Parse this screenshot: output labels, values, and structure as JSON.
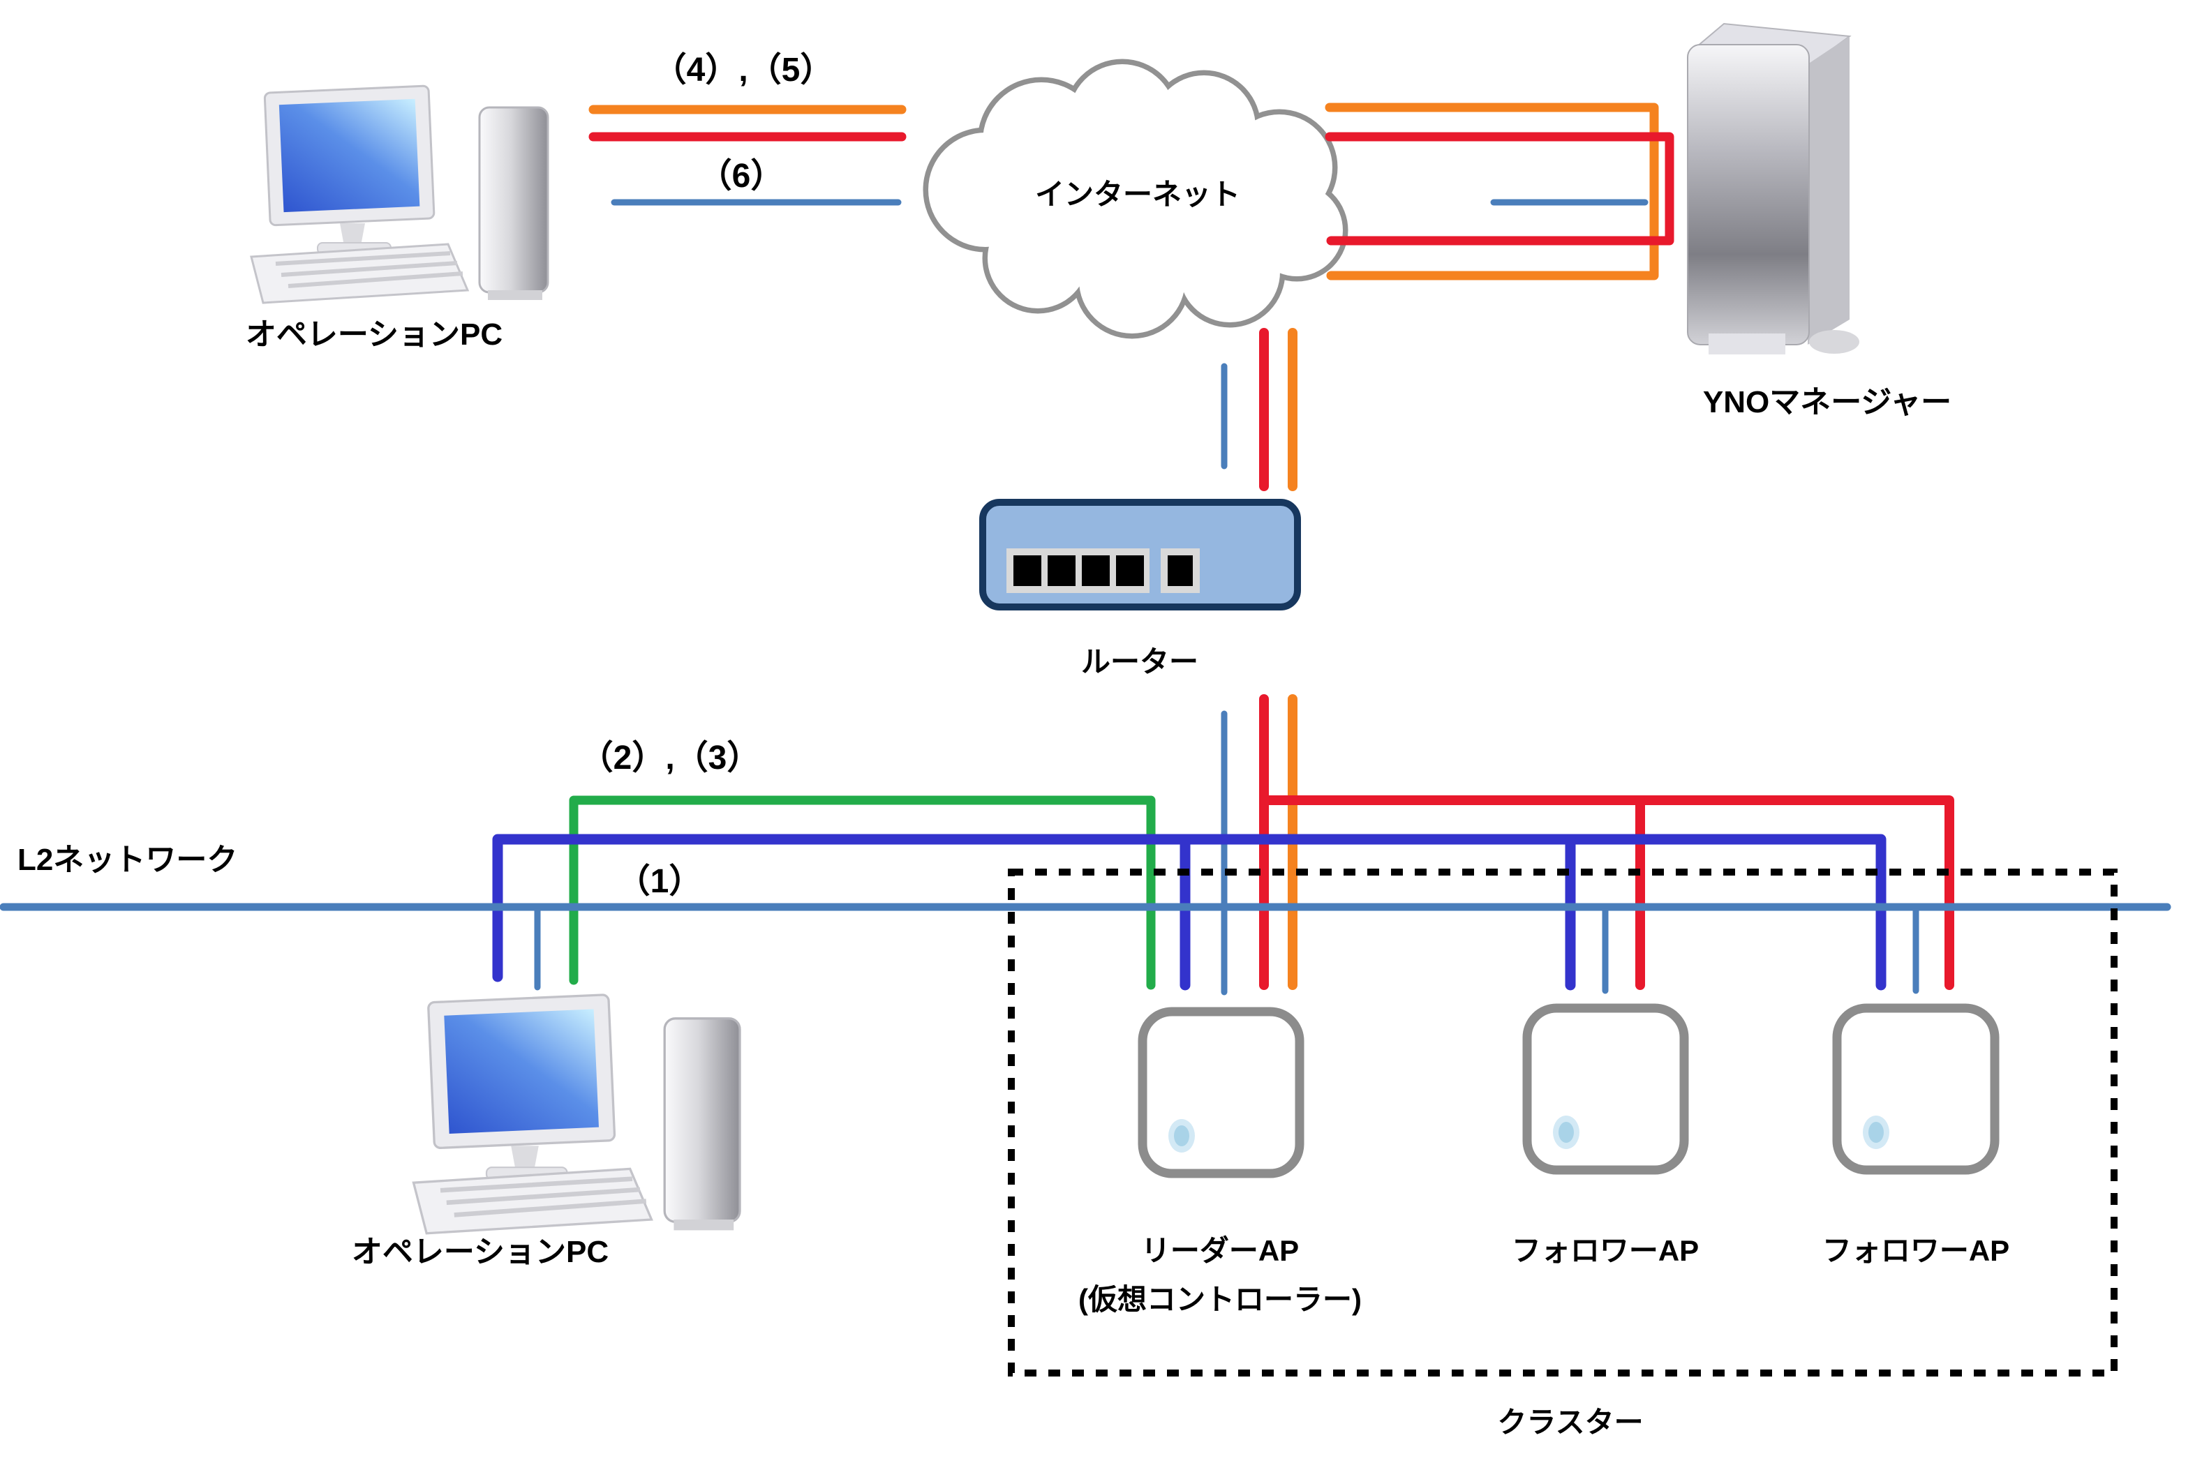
{
  "diagram": {
    "title_implicit": "YNO cluster network diagram",
    "labels": {
      "operation_pc_top": "オペレーションPC",
      "operation_pc_bottom": "オペレーションPC",
      "internet": "インターネット",
      "yno_manager": "YNOマネージャー",
      "router": "ルーター",
      "l2_network": "L2ネットワーク",
      "leader_ap_line1": "リーダーAP",
      "leader_ap_line2": "(仮想コントローラー)",
      "follower_ap_1": "フォロワーAP",
      "follower_ap_2": "フォロワーAP",
      "cluster": "クラスター",
      "link_4_5": "（4）,（5）",
      "link_6": "（6）",
      "link_2_3": "（2）,（3）",
      "link_1": "（1）"
    },
    "colors": {
      "orange_link": "#F5821F",
      "red_link": "#E8192C",
      "steel_blue_link": "#4A7EBB",
      "royal_blue_link": "#3333CC",
      "green_link": "#22AC4A",
      "router_fill": "#95B7E0",
      "router_border": "#17375E",
      "device_outline_gray": "#909090",
      "cluster_border": "#000000",
      "text": "#000000"
    }
  }
}
